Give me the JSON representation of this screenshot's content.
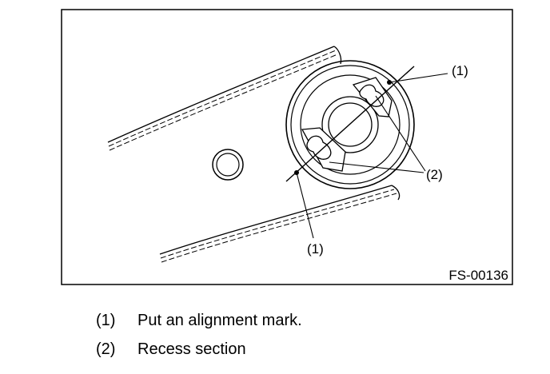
{
  "figure": {
    "code": "FS-00136",
    "callouts": {
      "one": "(1)",
      "two": "(2)"
    }
  },
  "legend": [
    {
      "num": "(1)",
      "text": "Put an alignment mark."
    },
    {
      "num": "(2)",
      "text": "Recess section"
    }
  ]
}
